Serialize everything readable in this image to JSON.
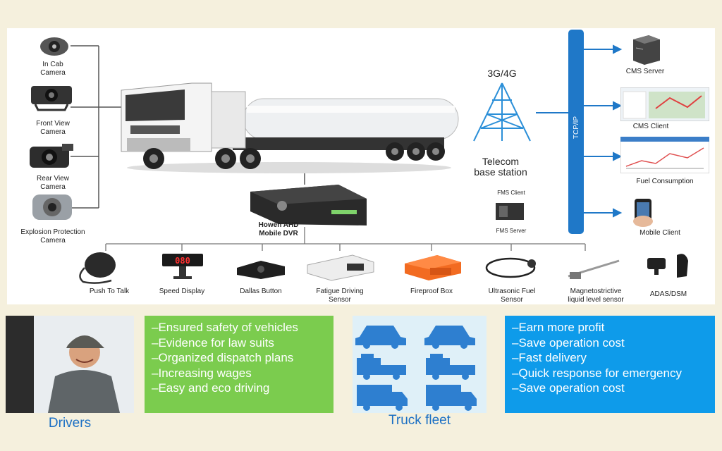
{
  "cameras": [
    {
      "label_line1": "In Cab",
      "label_line2": "Camera",
      "icon": "dome-camera-icon"
    },
    {
      "label_line1": "Front View",
      "label_line2": "Camera",
      "icon": "front-camera-icon"
    },
    {
      "label_line1": "Rear View",
      "label_line2": "Camera",
      "icon": "rear-camera-icon"
    },
    {
      "label_line1": "Explosion Protection",
      "label_line2": "Camera",
      "icon": "explosion-camera-icon"
    }
  ],
  "dvr": {
    "line1": "Howen AHD",
    "line2": "Mobile DVR"
  },
  "network": {
    "label": "3G/4G",
    "station_line1": "Telecom",
    "station_line2": "base station",
    "bus_label": "TCP/IP"
  },
  "fms": {
    "client": "FMS Client",
    "server": "FMS Server"
  },
  "clients": [
    {
      "label": "CMS Server",
      "icon": "server-icon"
    },
    {
      "label": "CMS Client",
      "icon": "map-screen-icon"
    },
    {
      "label": "Fuel Consumption",
      "icon": "chart-screen-icon"
    },
    {
      "label": "Mobile  Client",
      "icon": "phone-icon"
    }
  ],
  "accessories": [
    {
      "line1": "Push To Talk",
      "line2": "",
      "icon": "microphone-icon"
    },
    {
      "line1": "Speed Display",
      "line2": "",
      "icon": "speed-display-icon",
      "display_value": "080"
    },
    {
      "line1": "Dallas Button",
      "line2": "",
      "icon": "dallas-button-icon"
    },
    {
      "line1": "Fatigue Driving",
      "line2": "Sensor",
      "icon": "fatigue-sensor-icon"
    },
    {
      "line1": "Fireproof Box",
      "line2": "",
      "icon": "fireproof-box-icon"
    },
    {
      "line1": "Ultrasonic Fuel",
      "line2": "Sensor",
      "icon": "ultrasonic-sensor-icon"
    },
    {
      "line1": "Magnetostrictive",
      "line2": "liquid level sensor",
      "icon": "level-sensor-icon"
    },
    {
      "line1": "ADAS/DSM",
      "line2": "",
      "icon": "adas-camera-icon"
    }
  ],
  "drivers": {
    "caption": "Drivers",
    "benefits": [
      "Ensured safety of vehicles",
      "Evidence for law suits",
      "Organized dispatch plans",
      "Increasing wages",
      "Easy and eco driving"
    ]
  },
  "fleet": {
    "caption": "Truck fleet",
    "benefits": [
      "Earn more profit",
      "Save operation cost",
      "Fast delivery",
      "Quick response for emergency",
      "Save operation cost"
    ]
  },
  "colors": {
    "accent_blue": "#1a6fc4",
    "green_box": "#7bcc4e",
    "blue_box": "#0e9bea",
    "bus_blue": "#1f78c8"
  }
}
